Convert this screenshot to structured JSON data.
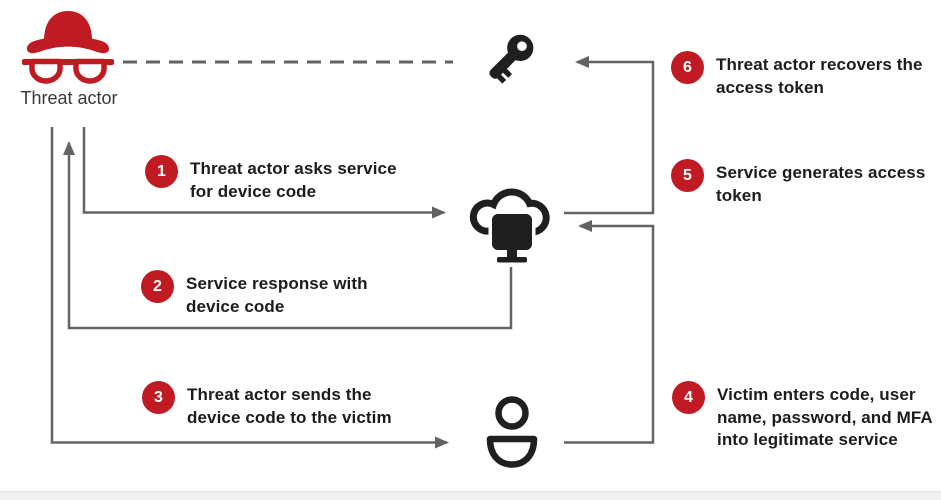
{
  "colors": {
    "accent_red": "#c01a22",
    "line_gray": "#636363",
    "icon_black": "#1f1f1f",
    "text_black": "#1c1c1c",
    "footer_strip": "#f1f1f1"
  },
  "actors": {
    "threat_actor": {
      "label": "Threat actor",
      "icon": "spy-hat-glasses-icon"
    },
    "access_token": {
      "icon": "key-icon"
    },
    "service": {
      "icon": "cloud-service-icon"
    },
    "victim": {
      "icon": "person-icon"
    }
  },
  "steps": [
    {
      "num": "1",
      "text": "Threat actor asks service\nfor device code"
    },
    {
      "num": "2",
      "text": "Service response with\ndevice code"
    },
    {
      "num": "3",
      "text": "Threat actor sends the\ndevice code to the victim"
    },
    {
      "num": "4",
      "text": "Victim enters code, user\nname, password, and MFA\ninto legitimate service"
    },
    {
      "num": "5",
      "text": "Service generates access\ntoken"
    },
    {
      "num": "6",
      "text": "Threat actor recovers the\naccess token"
    }
  ]
}
